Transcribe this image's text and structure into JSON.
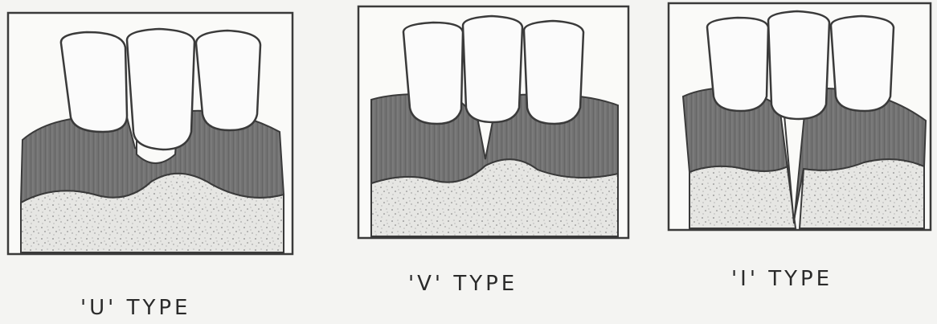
{
  "colors": {
    "paper": "#f4f4f2",
    "outline": "#3a3a3a",
    "gingiva": "#6e6e6e",
    "bone": "#e3e3e0",
    "tooth": "#fbfbfb"
  },
  "panels": [
    {
      "caption": "'U' TYPE",
      "defect_shape": "U"
    },
    {
      "caption": "'V' TYPE",
      "defect_shape": "V"
    },
    {
      "caption": "'I' TYPE",
      "defect_shape": "I"
    }
  ]
}
